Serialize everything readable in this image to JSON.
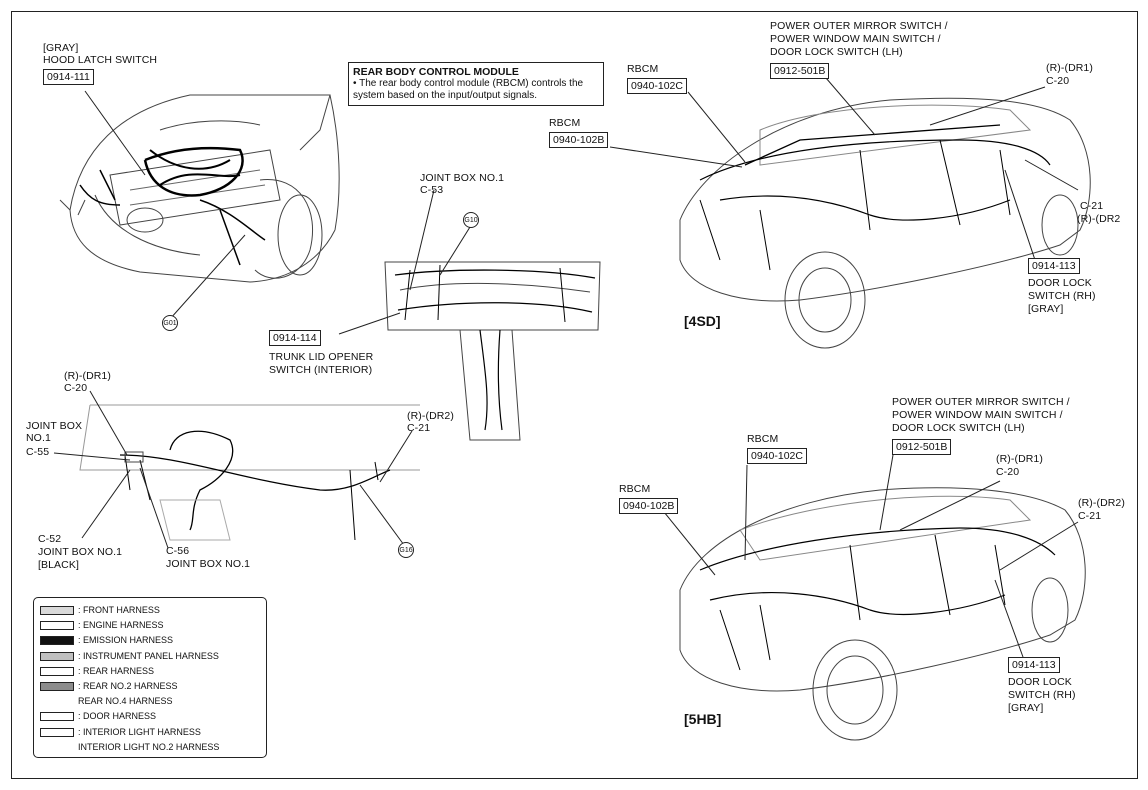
{
  "note": {
    "title": "REAR BODY CONTROL MODULE",
    "desc": "• The rear body control module (RBCM) controls the system based on the input/output signals."
  },
  "engine_bay": {
    "hood_color": "[GRAY]",
    "hood_name": "HOOD LATCH SWITCH",
    "hood_code": "0914-111",
    "ground": "G01"
  },
  "dash": {
    "jb_name": "JOINT BOX NO.1",
    "jb_conn": "C-53",
    "ground": "G10",
    "trunk_code": "0914-114",
    "trunk_l1": "TRUNK LID OPENER",
    "trunk_l2": "SWITCH (INTERIOR)"
  },
  "floor": {
    "dr1": "(R)-(DR1)",
    "c20": "C-20",
    "jb_l1": "JOINT BOX",
    "jb_l2": "NO.1",
    "c55": "C-55",
    "dr2": "(R)-(DR2)",
    "c21": "C-21",
    "c52": "C-52",
    "c52_name": "JOINT BOX NO.1",
    "c52_color": "[BLACK]",
    "c56": "C-56",
    "c56_name": "JOINT BOX NO.1",
    "ground": "G16"
  },
  "sd": {
    "variant": "[4SD]",
    "sw_l1": "POWER OUTER MIRROR SWITCH /",
    "sw_l2": "POWER WINDOW MAIN SWITCH /",
    "sw_l3": "DOOR LOCK SWITCH (LH)",
    "sw_code": "0912-501B",
    "rbcm_a": "RBCM",
    "rbcm_a_code": "0940-102C",
    "rbcm_b": "RBCM",
    "rbcm_b_code": "0940-102B",
    "dr1": "(R)-(DR1)",
    "c20": "C-20",
    "c21": "C-21",
    "dr2": "(R)-(DR2",
    "dl_code": "0914-113",
    "dl_l1": "DOOR LOCK",
    "dl_l2": "SWITCH (RH)",
    "dl_l3": "[GRAY]"
  },
  "hb": {
    "variant": "[5HB]",
    "sw_l1": "POWER OUTER MIRROR SWITCH /",
    "sw_l2": "POWER WINDOW MAIN SWITCH /",
    "sw_l3": "DOOR LOCK SWITCH (LH)",
    "sw_code": "0912-501B",
    "rbcm_a": "RBCM",
    "rbcm_a_code": "0940-102C",
    "rbcm_b": "RBCM",
    "rbcm_b_code": "0940-102B",
    "dr1": "(R)-(DR1)",
    "c20": "C-20",
    "dr2": "(R)-(DR2)",
    "c21": "C-21",
    "dl_code": "0914-113",
    "dl_l1": "DOOR LOCK",
    "dl_l2": "SWITCH (RH)",
    "dl_l3": "[GRAY]"
  },
  "legend": [
    {
      "label": ": FRONT HARNESS",
      "swatch": "#d9d9d9",
      "has_swatch": true
    },
    {
      "label": ": ENGINE HARNESS",
      "swatch": "#ffffff",
      "has_swatch": true
    },
    {
      "label": ": EMISSION HARNESS",
      "swatch": "#111111",
      "has_swatch": true
    },
    {
      "label": ": INSTRUMENT PANEL HARNESS",
      "swatch": "#bfbfbf",
      "has_swatch": true
    },
    {
      "label": ": REAR HARNESS",
      "swatch": "#ffffff",
      "has_swatch": true
    },
    {
      "label": ": REAR NO.2 HARNESS",
      "swatch": "#8c8c8c",
      "has_swatch": true
    },
    {
      "label": "REAR NO.4 HARNESS",
      "swatch": "",
      "has_swatch": false
    },
    {
      "label": ": DOOR HARNESS",
      "swatch": "#ffffff",
      "has_swatch": true
    },
    {
      "label": ": INTERIOR LIGHT HARNESS",
      "swatch": "#ffffff",
      "has_swatch": true
    },
    {
      "label": "INTERIOR LIGHT NO.2 HARNESS",
      "swatch": "",
      "has_swatch": false
    }
  ]
}
